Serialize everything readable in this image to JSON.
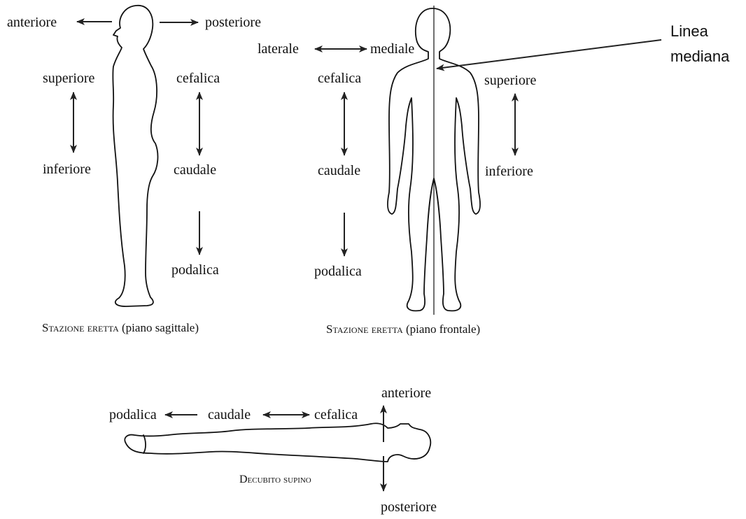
{
  "colors": {
    "ink": "#111111",
    "background": "#ffffff"
  },
  "sagittal": {
    "anterior": "anteriore",
    "posterior": "posteriore",
    "superior": "superiore",
    "inferior": "inferiore",
    "cephalic": "cefalica",
    "caudal": "caudale",
    "podalic": "podalica",
    "caption_smallcaps": "Stazione eretta",
    "caption_rest": "(piano sagittale)"
  },
  "frontal": {
    "lateral": "laterale",
    "medial": "mediale",
    "cephalic": "cefalica",
    "caudal": "caudale",
    "podalic": "podalica",
    "superior": "superiore",
    "inferior": "inferiore",
    "caption_smallcaps": "Stazione eretta",
    "caption_rest": "(piano frontale)"
  },
  "midline": {
    "line1": "Linea",
    "line2": "mediana"
  },
  "supine": {
    "podalic": "podalica",
    "caudal": "caudale",
    "cephalic": "cefalica",
    "anterior": "anteriore",
    "posterior": "posteriore",
    "caption": "Decubito supino"
  }
}
